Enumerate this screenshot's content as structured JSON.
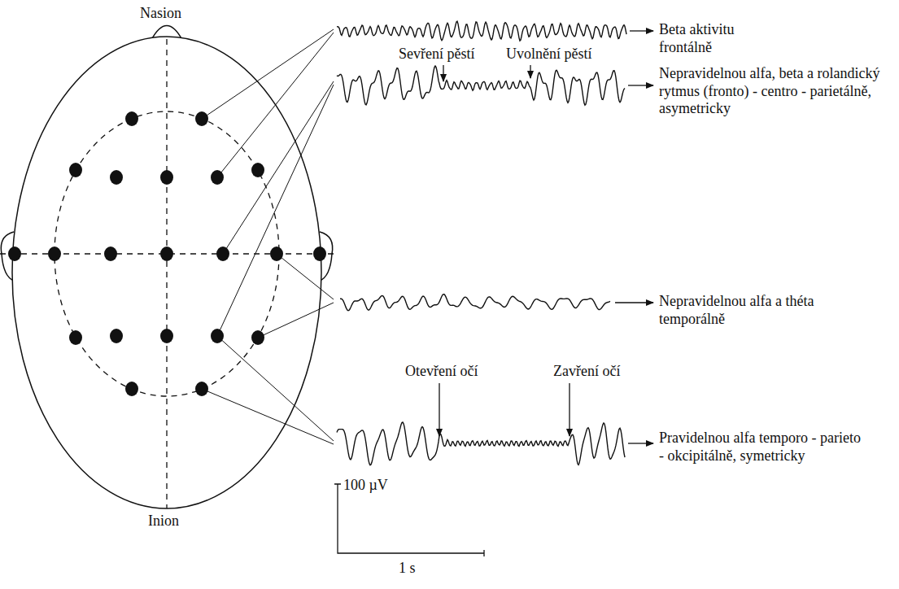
{
  "diagram": {
    "labels": [
      "Nasion",
      "Beta aktivitu frontálně",
      "Sevření pěstí",
      "Uvolnění pěstí",
      "Nepravidelnou alfa, beta a rolandický rytmus (fronto) - centro - parietálně, asymetricky",
      "Nepravidelnou alfa a théta temporálně",
      "Otevření očí",
      "Zavření očí",
      "Pravidelnou alfa temporo - parieto - okcipitálně, symetricky",
      "Inion",
      "100 µV",
      "1 s"
    ]
  }
}
